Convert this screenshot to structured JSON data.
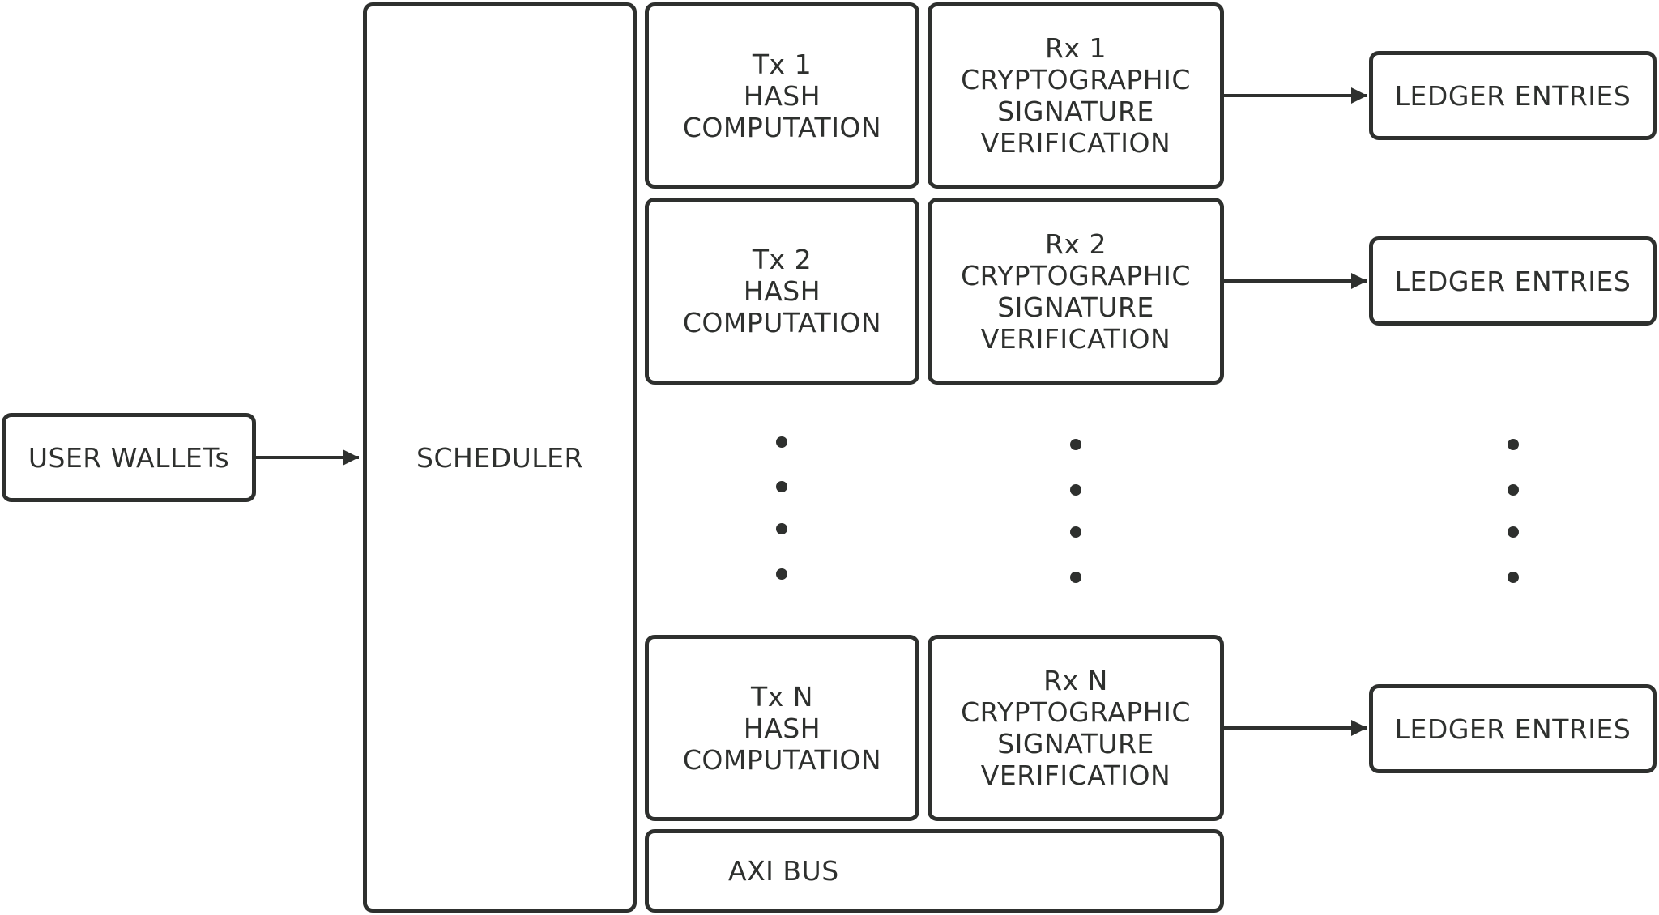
{
  "wallet": {
    "label": "USER WALLETs"
  },
  "scheduler": {
    "label": "SCHEDULER"
  },
  "tx_rows": [
    {
      "tx_id": "Tx 1",
      "tx_line2": "HASH",
      "tx_line3": "COMPUTATION",
      "rx_id": "Rx 1",
      "rx_line2": "CRYPTOGRAPHIC",
      "rx_line3": "SIGNATURE",
      "rx_line4": "VERIFICATION",
      "ledger": "LEDGER ENTRIES"
    },
    {
      "tx_id": "Tx 2",
      "tx_line2": "HASH",
      "tx_line3": "COMPUTATION",
      "rx_id": "Rx 2",
      "rx_line2": "CRYPTOGRAPHIC",
      "rx_line3": "SIGNATURE",
      "rx_line4": "VERIFICATION",
      "ledger": "LEDGER ENTRIES"
    },
    {
      "tx_id": "Tx N",
      "tx_line2": "HASH",
      "tx_line3": "COMPUTATION",
      "rx_id": "Rx N",
      "rx_line2": "CRYPTOGRAPHIC",
      "rx_line3": "SIGNATURE",
      "rx_line4": "VERIFICATION",
      "ledger": "LEDGER ENTRIES"
    }
  ],
  "bus": {
    "label": "AXI BUS"
  },
  "colors": {
    "stroke": "#2e302e",
    "background": "#ffffff"
  }
}
